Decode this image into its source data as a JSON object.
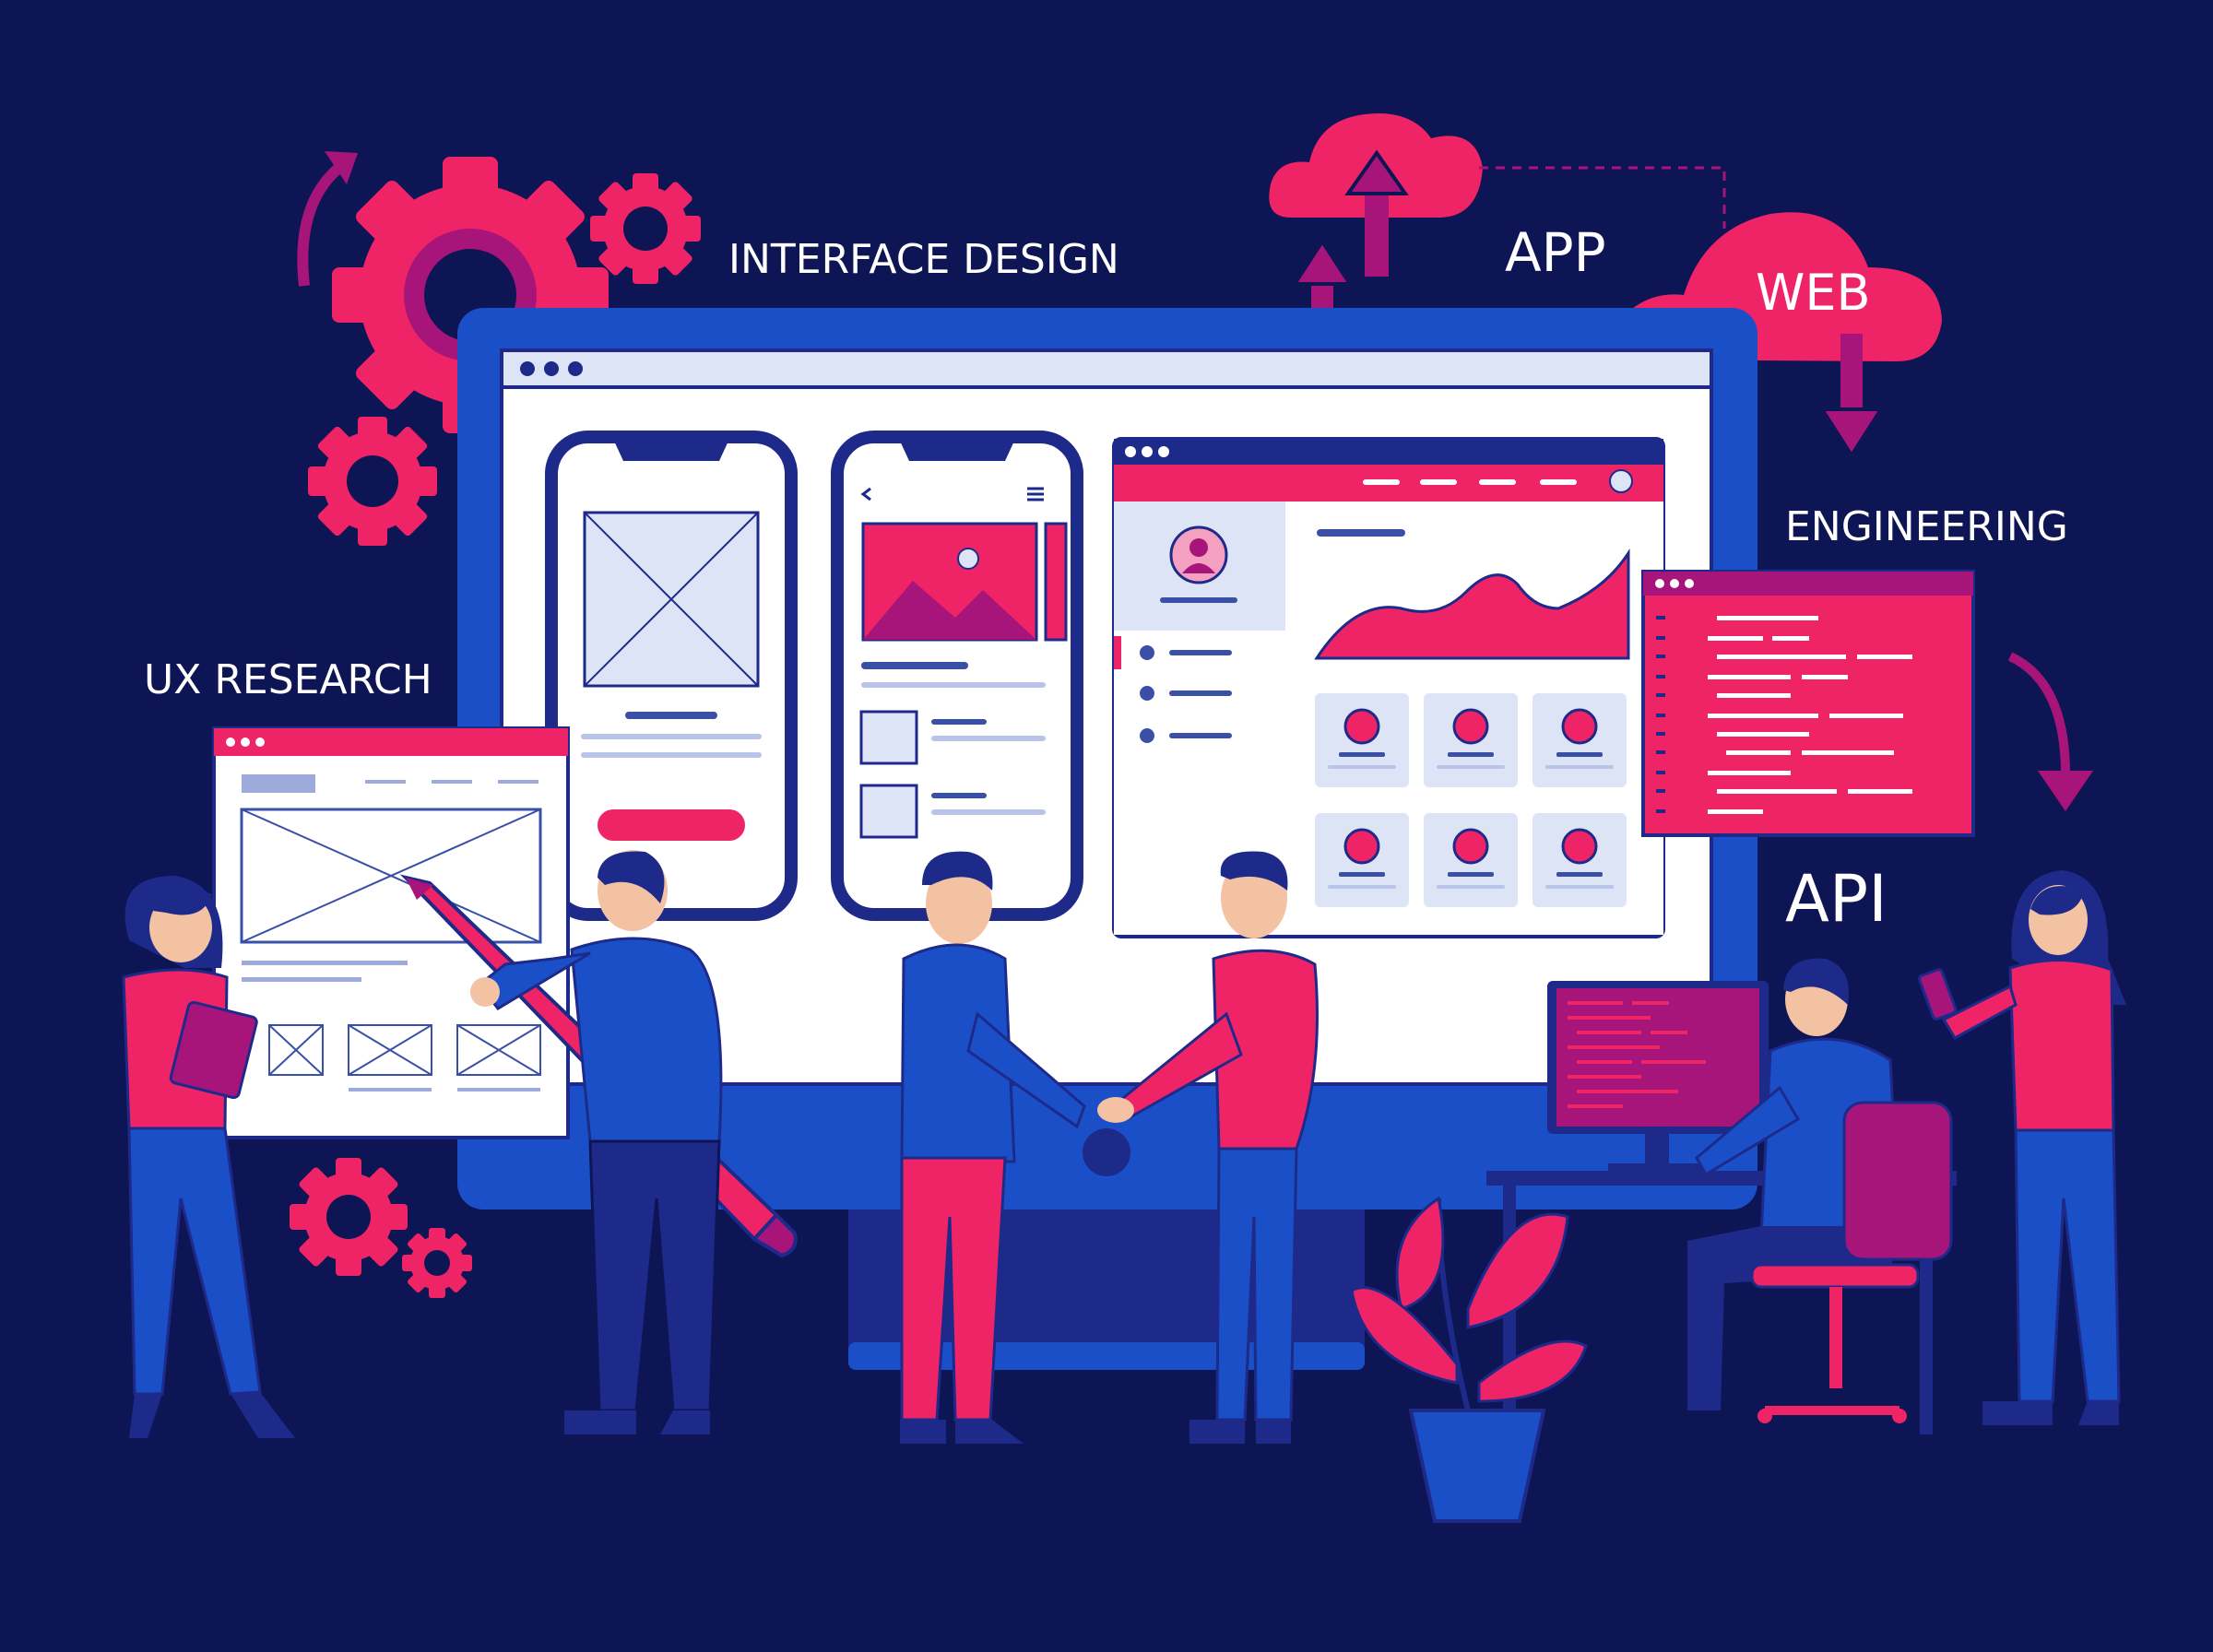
{
  "labels": {
    "interface_design": "INTERFACE DESIGN",
    "app": "APP",
    "web": "WEB",
    "engineering": "ENGINEERING",
    "ux_research": "UX RESEARCH",
    "api": "API"
  },
  "colors": {
    "background": "#0e1554",
    "accent_pink": "#ef2466",
    "magenta": "#a8157a",
    "blue": "#1a4fc8",
    "navy": "#1d2a8a",
    "light_panel": "#dde4f6",
    "skin": "#f3c2a3"
  },
  "icons": [
    "gear-icon",
    "cloud-upload-icon",
    "cloud-download-icon",
    "arrow-up-icon",
    "arrow-down-icon",
    "curved-arrow-icon",
    "image-placeholder-icon",
    "avatar-icon",
    "menu-icon",
    "back-arrow-icon",
    "pencil-icon",
    "plant-icon"
  ]
}
